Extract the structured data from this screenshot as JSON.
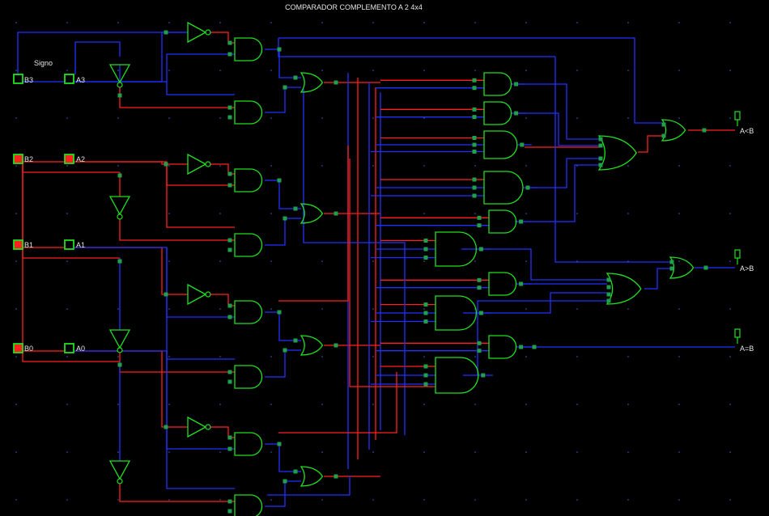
{
  "title": "COMPARADOR COMPLEMENTO A 2 4x4",
  "sign_label": "Signo",
  "inputs": [
    {
      "label": "B3",
      "state": "off"
    },
    {
      "label": "A3",
      "state": "off"
    },
    {
      "label": "B2",
      "state": "on"
    },
    {
      "label": "A2",
      "state": "on"
    },
    {
      "label": "B1",
      "state": "on"
    },
    {
      "label": "A1",
      "state": "off"
    },
    {
      "label": "B0",
      "state": "on"
    },
    {
      "label": "A0",
      "state": "off"
    }
  ],
  "outputs": [
    {
      "label": "A<B"
    },
    {
      "label": "A>B"
    },
    {
      "label": "A=B"
    }
  ],
  "colors": {
    "background": "#000000",
    "wire_low": "#2230ff",
    "wire_high": "#ff2020",
    "gate": "#20e020",
    "text": "#e6e6e6"
  }
}
